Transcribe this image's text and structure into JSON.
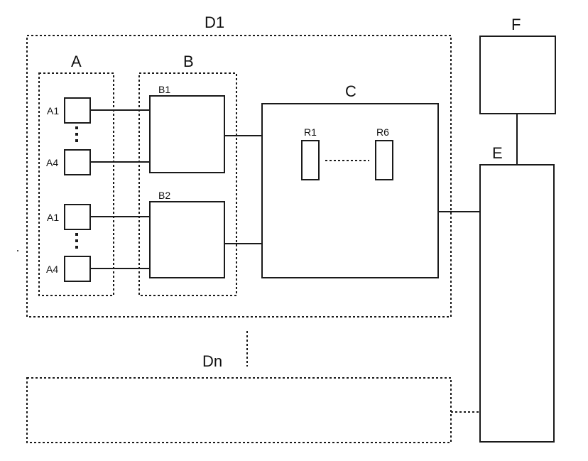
{
  "diagram": {
    "groups": {
      "d1": "D1",
      "dn": "Dn",
      "a": "A",
      "b": "B"
    },
    "blocks": {
      "b1": "B1",
      "b2": "B2",
      "c": "C",
      "e": "E",
      "f": "F",
      "r1": "R1",
      "r6": "R6"
    },
    "a_items": [
      "A1",
      "A4",
      "A1",
      "A4"
    ],
    "colors": {
      "line": "#1a1a1a",
      "background": "#ffffff"
    }
  }
}
